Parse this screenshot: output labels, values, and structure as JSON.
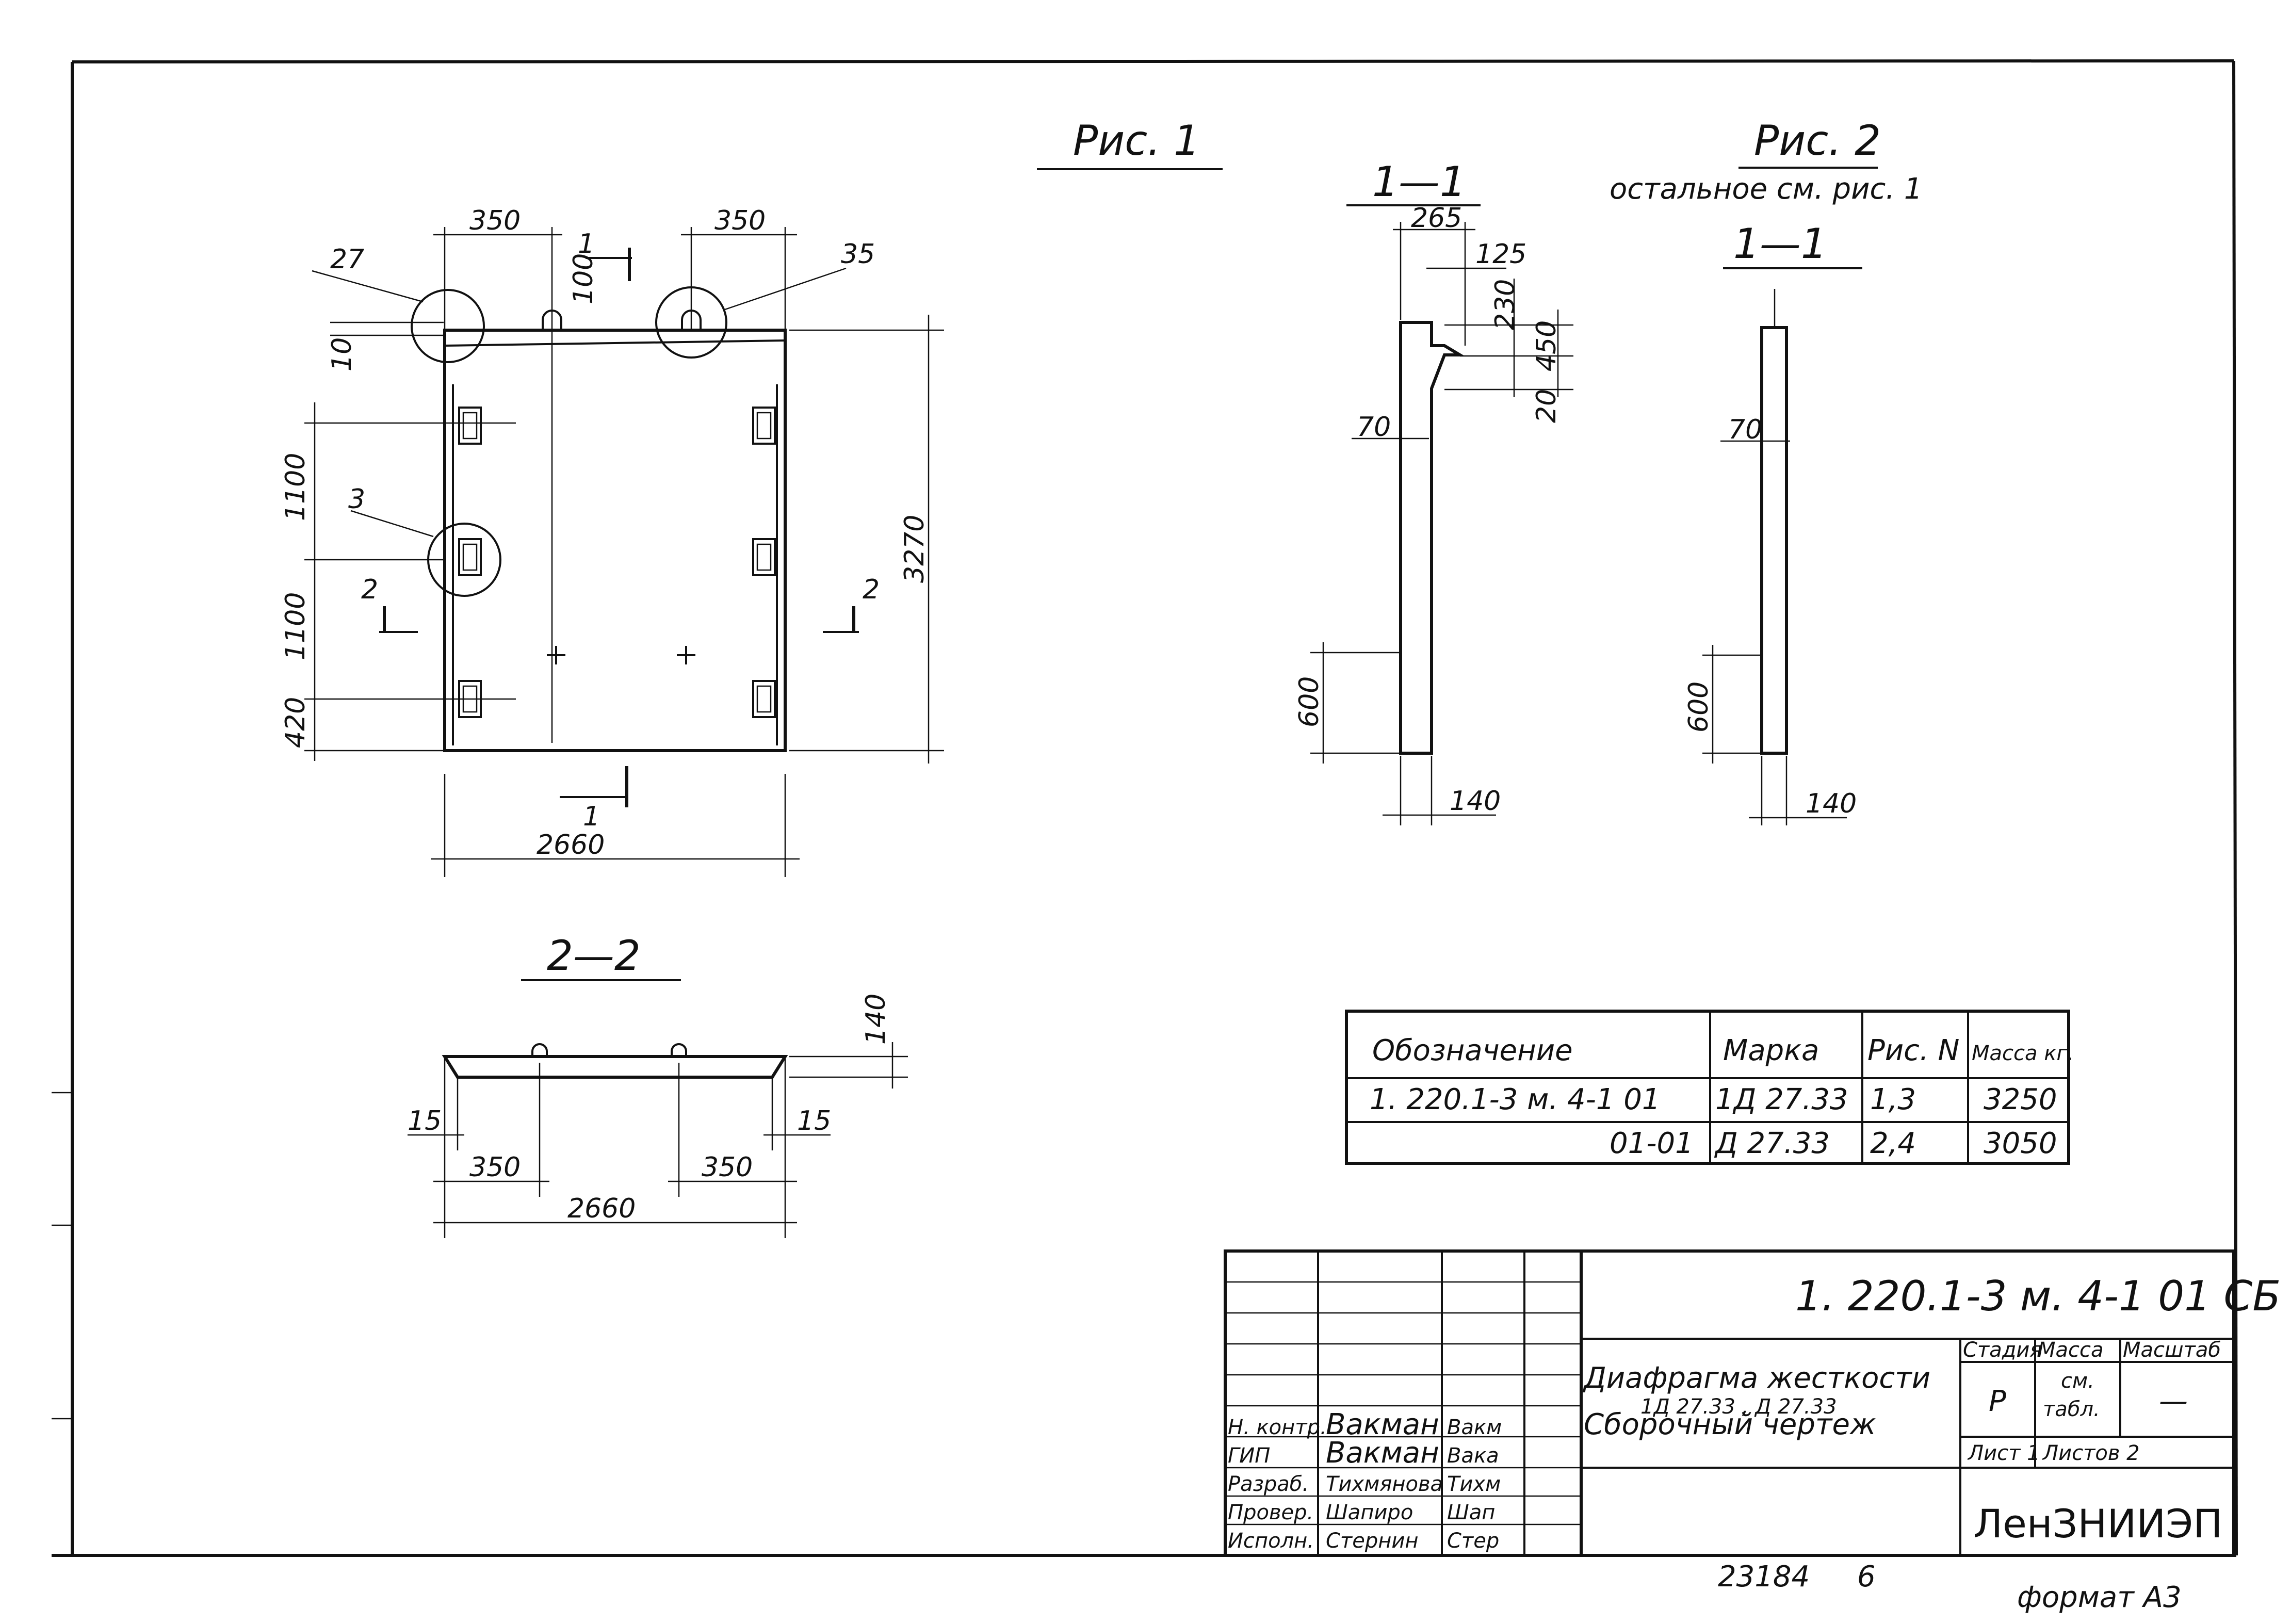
{
  "fig1": {
    "title": "Рис. 1",
    "dims": {
      "top_left_350": "350",
      "top_right_350": "350",
      "d100": "100",
      "d10": "10",
      "d1100a": "1100",
      "d1100b": "1100",
      "d420": "420",
      "d3270": "3270",
      "d2660": "2660"
    },
    "callouts": {
      "c27": "27",
      "c35": "35",
      "c3": "3"
    },
    "marks": {
      "section1": "1",
      "section1_bottom": "1",
      "section2_left": "2",
      "section2_right": "2"
    }
  },
  "fig2": {
    "title": "Рис. 2",
    "subtitle": "остальное см. рис. 1"
  },
  "section11_left": {
    "title": "1—1",
    "dims": {
      "d265": "265",
      "d125": "125",
      "d230": "230",
      "d450": "450",
      "d20": "20",
      "d70": "70",
      "d600": "600",
      "d140": "140"
    }
  },
  "section11_right": {
    "title": "1—1",
    "dims": {
      "d70": "70",
      "d600": "600",
      "d140": "140"
    }
  },
  "section22": {
    "title": "2—2",
    "dims": {
      "d140": "140",
      "d15a": "15",
      "d15b": "15",
      "d350a": "350",
      "d350b": "350",
      "d2660": "2660"
    }
  },
  "marks_table": {
    "headers": [
      "Обозначение",
      "Марка",
      "Рис. N",
      "Масса кг."
    ],
    "rows": [
      [
        "1. 220.1-3 м. 4-1 01",
        "1Д 27.33",
        "1,3",
        "3250"
      ],
      [
        "01-01",
        "Д 27.33",
        "2,4",
        "3050"
      ]
    ]
  },
  "title_block": {
    "doc_code": "1. 220.1-3 м. 4-1   01 СБ",
    "name_line1": "Диафрагма жесткости",
    "name_line2": "1Д 27.33  , Д 27.33",
    "name_line3": "Сборочный чертеж",
    "stage_label": "Стадия",
    "mass_label": "Масса",
    "scale_label": "Масштаб",
    "stage_value": "Р",
    "mass_value_1": "см.",
    "mass_value_2": "табл.",
    "scale_value": "—",
    "sheet": "Лист 1",
    "sheets": "Листов 2",
    "organization": "ЛенЗНИИЭП",
    "signatures": [
      {
        "role": "Н. контр.",
        "name": "Вакман",
        "sign": "Вакм"
      },
      {
        "role": "ГИП",
        "name": "Вакман",
        "sign": "Вака"
      },
      {
        "role": "Разраб.",
        "name": "Тихмянова",
        "sign": "Тихм"
      },
      {
        "role": "Провер.",
        "name": "Шапиро",
        "sign": "Шап"
      },
      {
        "role": "Исполн.",
        "name": "Стернин",
        "sign": "Стер"
      }
    ]
  },
  "footer": {
    "inventory": "23184",
    "inventory_suffix": "6",
    "format": "формат А3"
  }
}
